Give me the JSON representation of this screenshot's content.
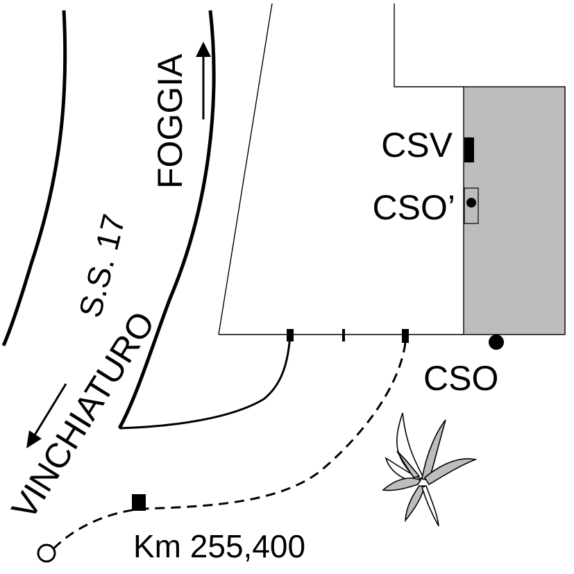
{
  "labels": {
    "road_name": "S.S. 17",
    "direction_north": "FOGGIA",
    "direction_south": "VINCHIATURO",
    "marker_csv": "CSV",
    "marker_cso_prime": "CSO’",
    "marker_cso": "CSO",
    "kilometer": "Km 255,400"
  },
  "colors": {
    "building_fill": "#bdbdbd",
    "stroke": "#000000",
    "plant_fill": "#bdbdbd"
  },
  "icons": {
    "plant": "agave-plant-icon",
    "start_point": "open-circle-icon",
    "cso_point": "filled-circle-icon"
  }
}
